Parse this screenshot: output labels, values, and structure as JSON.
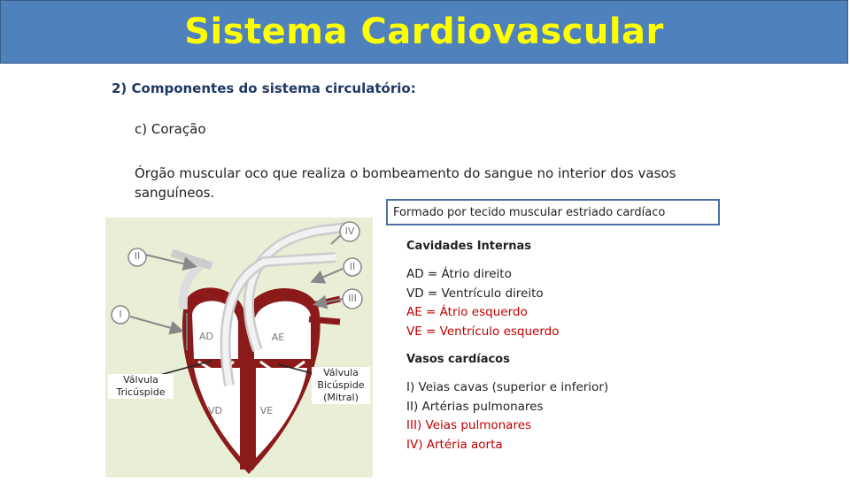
{
  "title": "Sistema Cardiovascular",
  "heading": "2) Componentes do sistema circulatório:",
  "subheading": "c)  Coração",
  "description": "Órgão muscular oco que realiza o bombeamento do sangue no interior dos vasos sanguíneos.",
  "callout": "Formado por tecido muscular estriado cardíaco",
  "cavities": {
    "title": "Cavidades Internas",
    "items": [
      "AD = Átrio direito",
      "VD = Ventrículo direito",
      "AE = Átrio esquerdo",
      "VE = Ventrículo esquerdo"
    ]
  },
  "vessels": {
    "title": "Vasos cardíacos",
    "items": [
      "I) Veias cavas (superior e inferior)",
      "II) Artérias pulmonares",
      "III) Veias pulmonares",
      "IV) Artéria aorta"
    ]
  },
  "diagram": {
    "labels": {
      "i": "I",
      "ii_left": "II",
      "ii_right": "II",
      "iii": "III",
      "iv": "IV",
      "ad": "AD",
      "ae": "AE",
      "vd": "VD",
      "ve": "VE"
    },
    "tricuspid": "Válvula Tricúspide",
    "bicuspid_line1": "Válvula",
    "bicuspid_line2": "Bicúspide",
    "bicuspid_line3": "(Mitral)"
  },
  "colors": {
    "title_bg": "#4f81bd",
    "title_text": "#ffff00",
    "highlight": "#c00000",
    "heart": "#8b1a1a"
  }
}
